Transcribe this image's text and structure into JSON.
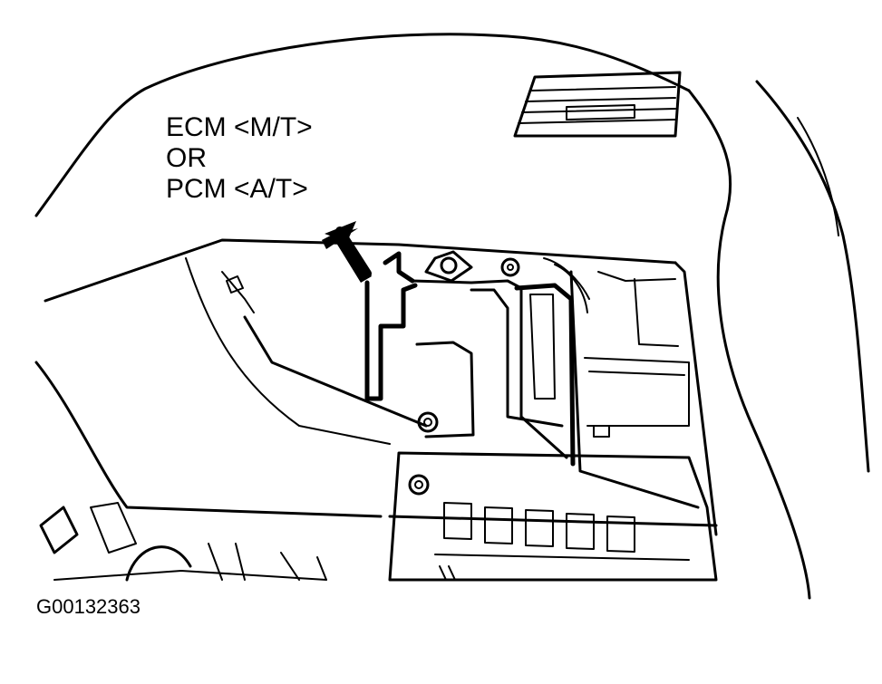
{
  "callout": {
    "line1": "ECM <M/T>",
    "line2": "OR",
    "line3": "PCM <A/T>"
  },
  "figure_id": "G00132363",
  "pointer": "arrow-icon",
  "colors": {
    "ink": "#000000",
    "paper": "#ffffff"
  }
}
